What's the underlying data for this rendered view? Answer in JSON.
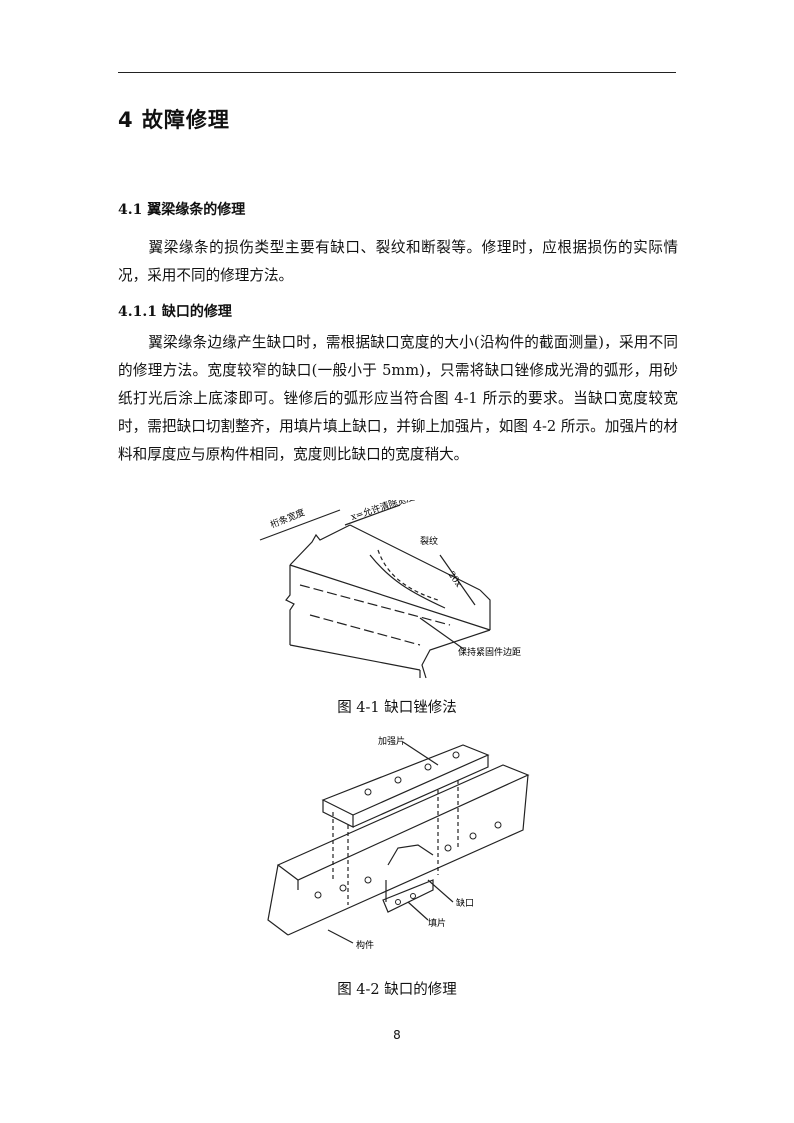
{
  "section": {
    "title": "4 故障修理"
  },
  "subsection": {
    "title": "4.1 翼梁缘条的修理",
    "paragraph": "翼梁缘条的损伤类型主要有缺口、裂纹和断裂等。修理时，应根据损伤的实际情况，采用不同的修理方法。"
  },
  "subsubsection": {
    "title": "4.1.1 缺口的修理",
    "paragraph": "翼梁缘条边缘产生缺口时，需根据缺口宽度的大小(沿构件的截面测量)，采用不同的修理方法。宽度较窄的缺口(一般小于 5mm)，只需将缺口锉修成光滑的弧形，用砂纸打光后涂上底漆即可。锉修后的弧形应当符合图 4-1 所示的要求。当缺口宽度较宽时，需把缺口切割整齐，用填片填上缺口，并铆上加强片，如图 4-2 所示。加强片的材料和厚度应与原构件相同，宽度则比缺口的宽度稍大。"
  },
  "figure1": {
    "caption": "图 4-1 缺口锉修法",
    "labels": {
      "width": "桁条宽度",
      "allow": "x=允许清除宽度",
      "crack": "裂纹",
      "dim": "20x",
      "edge": "保持紧固件边距"
    }
  },
  "figure2": {
    "caption": "图 4-2 缺口的修理",
    "labels": {
      "plate": "加强片",
      "notch": "缺口",
      "filler": "填片",
      "member": "构件"
    }
  },
  "page_number": "8"
}
